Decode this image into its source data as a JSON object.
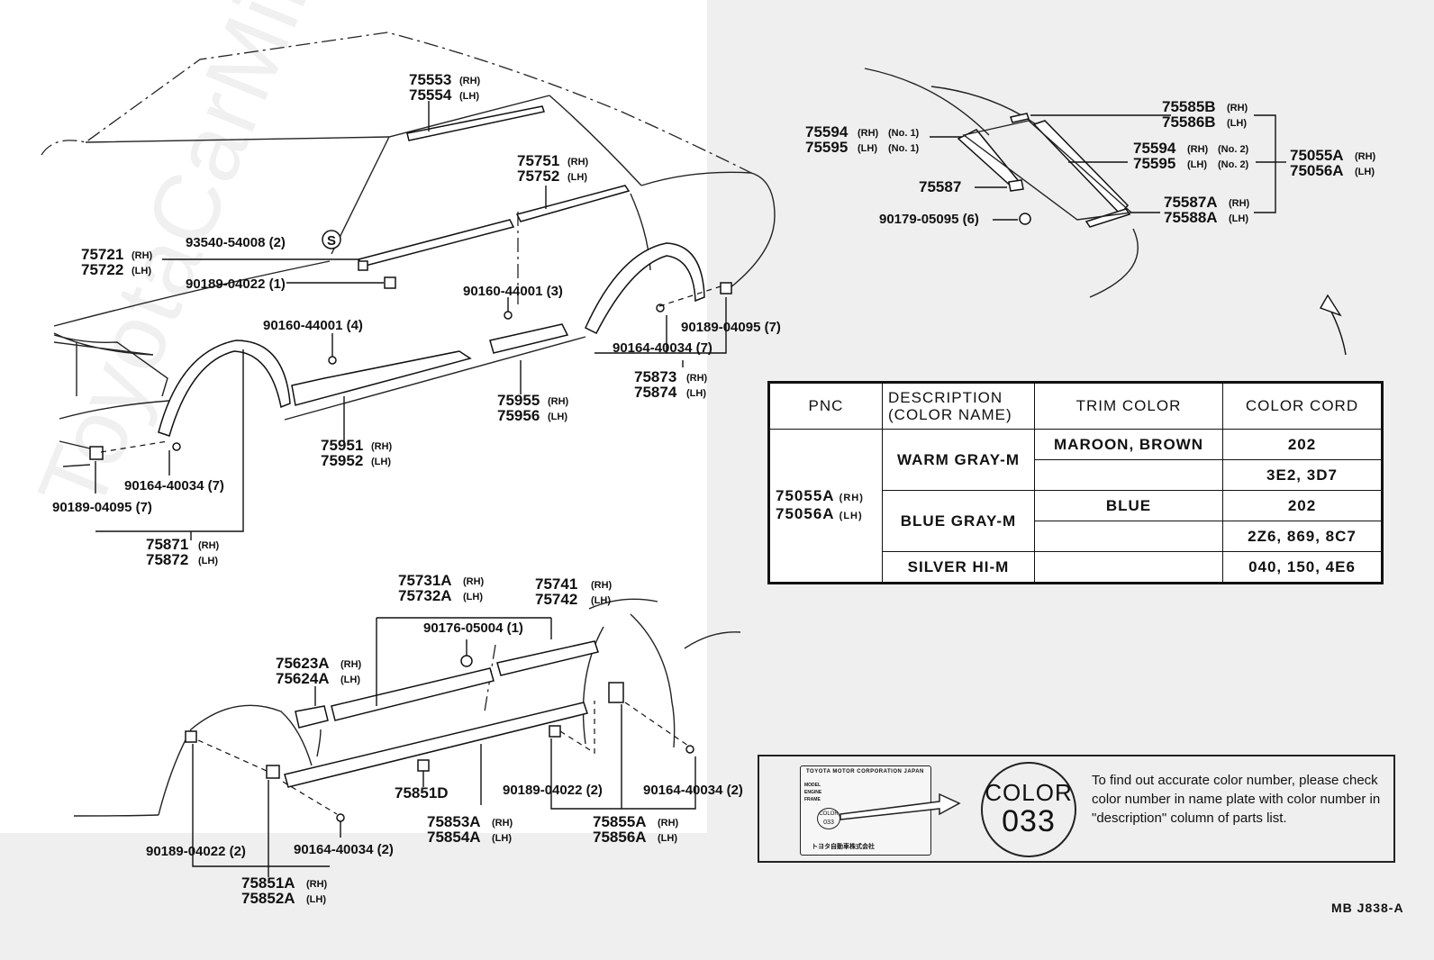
{
  "labels": {
    "p75553": "75553",
    "p75554": "75554",
    "p75751": "75751",
    "p75752": "75752",
    "p93540": "93540-54008 (2)",
    "s_mark": "S",
    "p75721": "75721",
    "p75722": "75722",
    "p90189a": "90189-04022 (1)",
    "p90160a": "90160-44001 (3)",
    "p90160b": "90160-44001 (4)",
    "p90189b": "90189-04095 (7)",
    "p90164a": "90164-40034 (7)",
    "p75873": "75873",
    "p75874": "75874",
    "p75955": "75955",
    "p75956": "75956",
    "p75951": "75951",
    "p75952": "75952",
    "p90164b": "90164-40034 (7)",
    "p90189c": "90189-04095 (7)",
    "p75871": "75871",
    "p75872": "75872",
    "p75731A": "75731A",
    "p75732A": "75732A",
    "p75741": "75741",
    "p75742": "75742",
    "p90176": "90176-05004 (1)",
    "p75623A": "75623A",
    "p75624A": "75624A",
    "p75851D": "75851D",
    "p90189d": "90189-04022 (2)",
    "p90164c": "90164-40034 (2)",
    "p75853A": "75853A",
    "p75854A": "75854A",
    "p75855A": "75855A",
    "p75856A": "75856A",
    "p90189e": "90189-04022 (2)",
    "p90164d": "90164-40034 (2)",
    "p75851A": "75851A",
    "p75852A": "75852A",
    "p75594a": "75594",
    "p75595a": "75595",
    "p75587": "75587",
    "p90179": "90179-05095 (6)",
    "p75585B": "75585B",
    "p75586B": "75586B",
    "p75594b": "75594",
    "p75595b": "75595",
    "p75587A": "75587A",
    "p75588A": "75588A",
    "p75055A": "75055A",
    "p75056A": "75056A",
    "rh": "(RH)",
    "lh": "(LH)",
    "no1": "(No. 1)",
    "no2": "(No. 2)"
  },
  "table": {
    "headers": [
      "PNC",
      "DESCRIPTION",
      "(COLOR NAME)",
      "TRIM COLOR",
      "COLOR CORD"
    ],
    "pnc_rh": "75055A",
    "pnc_lh": "75056A",
    "rh": "(RH)",
    "lh": "(LH)",
    "rows": [
      {
        "desc": "WARM GRAY-M",
        "trim": "MAROON, BROWN",
        "cord": "202"
      },
      {
        "desc": "",
        "trim": "",
        "cord": "3E2, 3D7"
      },
      {
        "desc": "BLUE GRAY-M",
        "trim": "BLUE",
        "cord": "202"
      },
      {
        "desc": "",
        "trim": "",
        "cord": "2Z6, 869, 8C7"
      },
      {
        "desc": "SILVER HI-M",
        "trim": "",
        "cord": "040, 150, 4E6"
      }
    ]
  },
  "note": {
    "plate_title": "TOYOTA MOTOR CORPORATION JAPAN",
    "plate_rows": [
      "MODEL",
      "ENGINE",
      "FRAME"
    ],
    "plate_color": "COLOR",
    "plate_code": "033",
    "plate_maker": "トヨタ自動車株式会社",
    "circle_label": "COLOR",
    "circle_code": "033",
    "text": "To find out accurate color number, please check color number in name plate with color number in \"description\" column of parts list."
  },
  "footer_code": "MB  J838-A",
  "watermark": "ToyotaCarMine.ru"
}
